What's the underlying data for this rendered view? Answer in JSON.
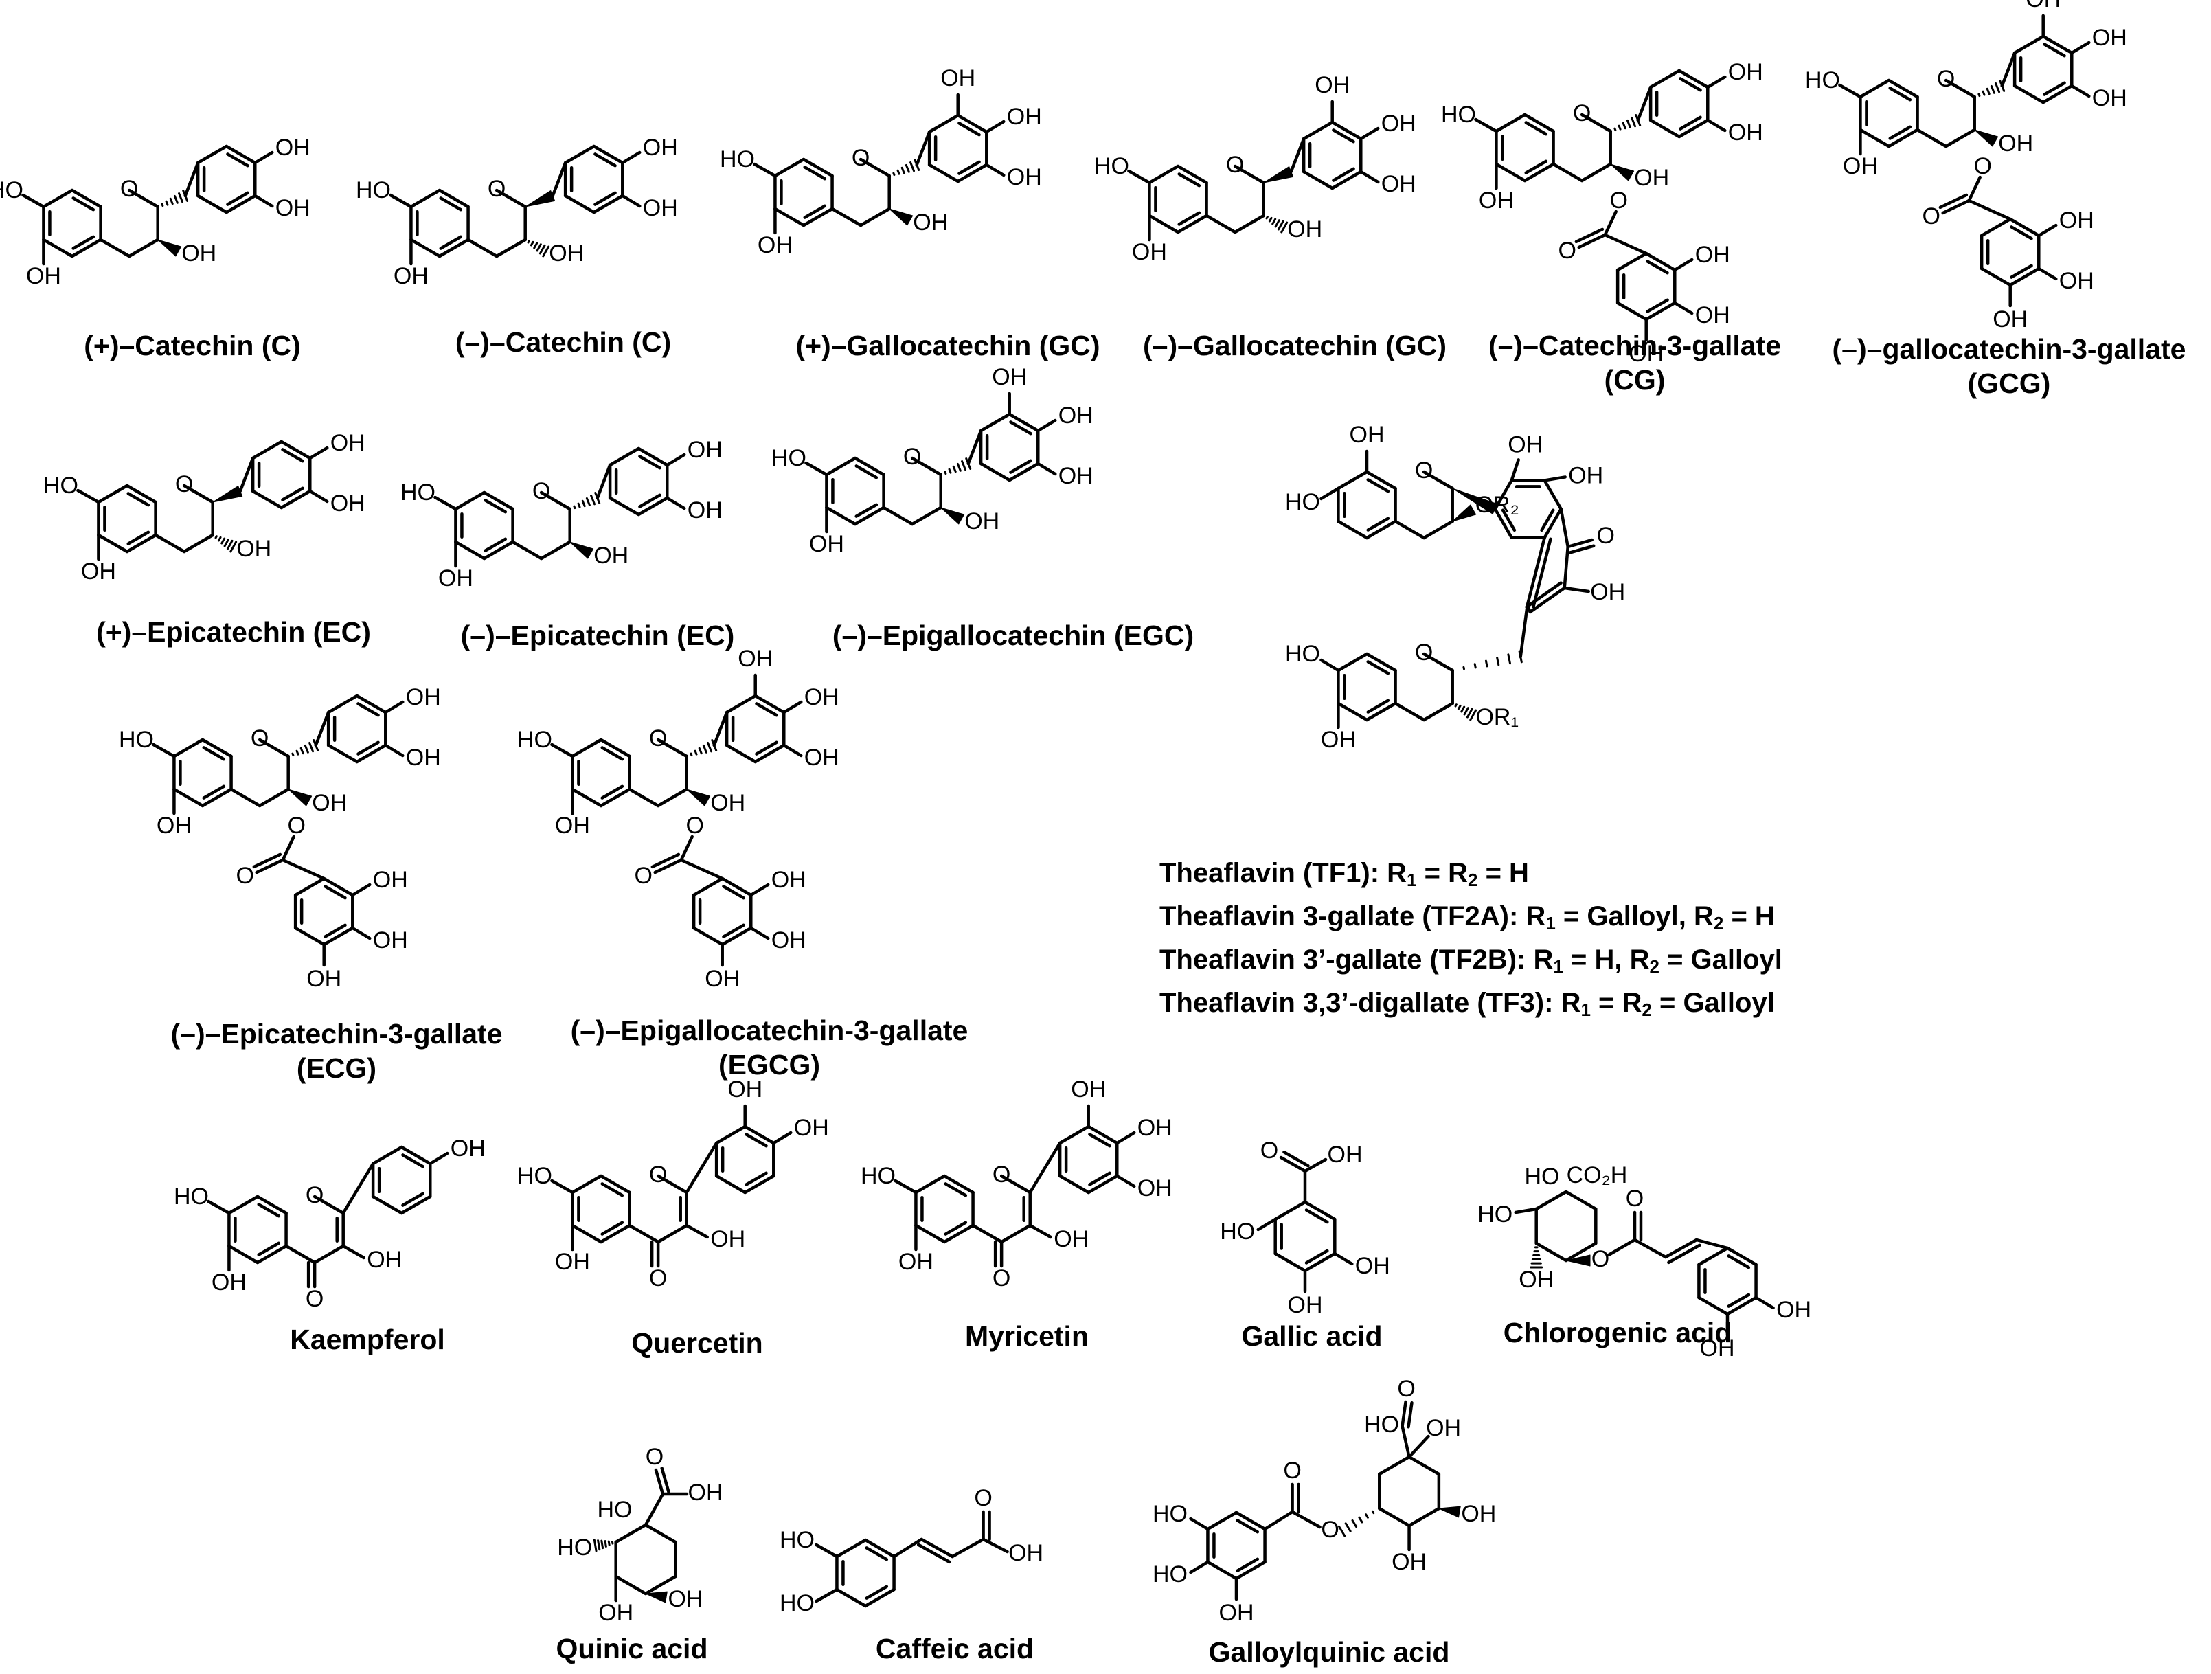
{
  "compounds": [
    {
      "id": "c1",
      "name": "(+)–Catechin (C)"
    },
    {
      "id": "c2",
      "name": "(–)–Catechin (C)"
    },
    {
      "id": "c3",
      "name": "(+)–Gallocatechin (GC)"
    },
    {
      "id": "c4",
      "name": "(–)–Gallocatechin (GC)"
    },
    {
      "id": "c5",
      "name": "(–)–Catechin-3-gallate",
      "name2": "(CG)"
    },
    {
      "id": "c6",
      "name": "(–)–gallocatechin-3-gallate",
      "name2": "(GCG)"
    },
    {
      "id": "c7",
      "name": "(+)–Epicatechin (EC)"
    },
    {
      "id": "c8",
      "name": "(–)–Epicatechin (EC)"
    },
    {
      "id": "c9",
      "name": "(–)–Epigallocatechin (EGC)"
    },
    {
      "id": "c10",
      "name": "(–)–Epicatechin-3-gallate",
      "name2": "(ECG)"
    },
    {
      "id": "c11",
      "name": "(–)–Epigallocatechin-3-gallate",
      "name2": "(EGCG)"
    },
    {
      "id": "c12",
      "name": "Kaempferol"
    },
    {
      "id": "c13",
      "name": "Quercetin"
    },
    {
      "id": "c14",
      "name": "Myricetin"
    },
    {
      "id": "c15",
      "name": "Gallic acid"
    },
    {
      "id": "c16",
      "name": "Chlorogenic acid"
    },
    {
      "id": "c17",
      "name": "Quinic acid"
    },
    {
      "id": "c18",
      "name": "Caffeic acid"
    },
    {
      "id": "c19",
      "name": "Galloylquinic acid"
    }
  ],
  "atom_labels": {
    "oh": "OH",
    "ho": "HO",
    "o": "O",
    "o_ring": "O",
    "co2h": "CO₂H",
    "or1": "OR₁",
    "or2": "OR₂"
  },
  "theaflavin": {
    "lines": [
      {
        "prefix": "Theaflavin (TF1): R",
        "rest": " = R",
        "rest2": " = H"
      },
      {
        "prefix": "Theaflavin 3-gallate (TF2A): R",
        "rest": " = Galloyl, R",
        "rest2": " = H"
      },
      {
        "prefix": "Theaflavin 3’-gallate (TF2B): R",
        "rest": " = H, R",
        "rest2": " = Galloyl"
      },
      {
        "prefix": "Theaflavin 3,3’-digallate (TF3): R",
        "rest": " = R",
        "rest2": " = Galloyl"
      }
    ],
    "sub1": "1",
    "sub2": "2"
  }
}
